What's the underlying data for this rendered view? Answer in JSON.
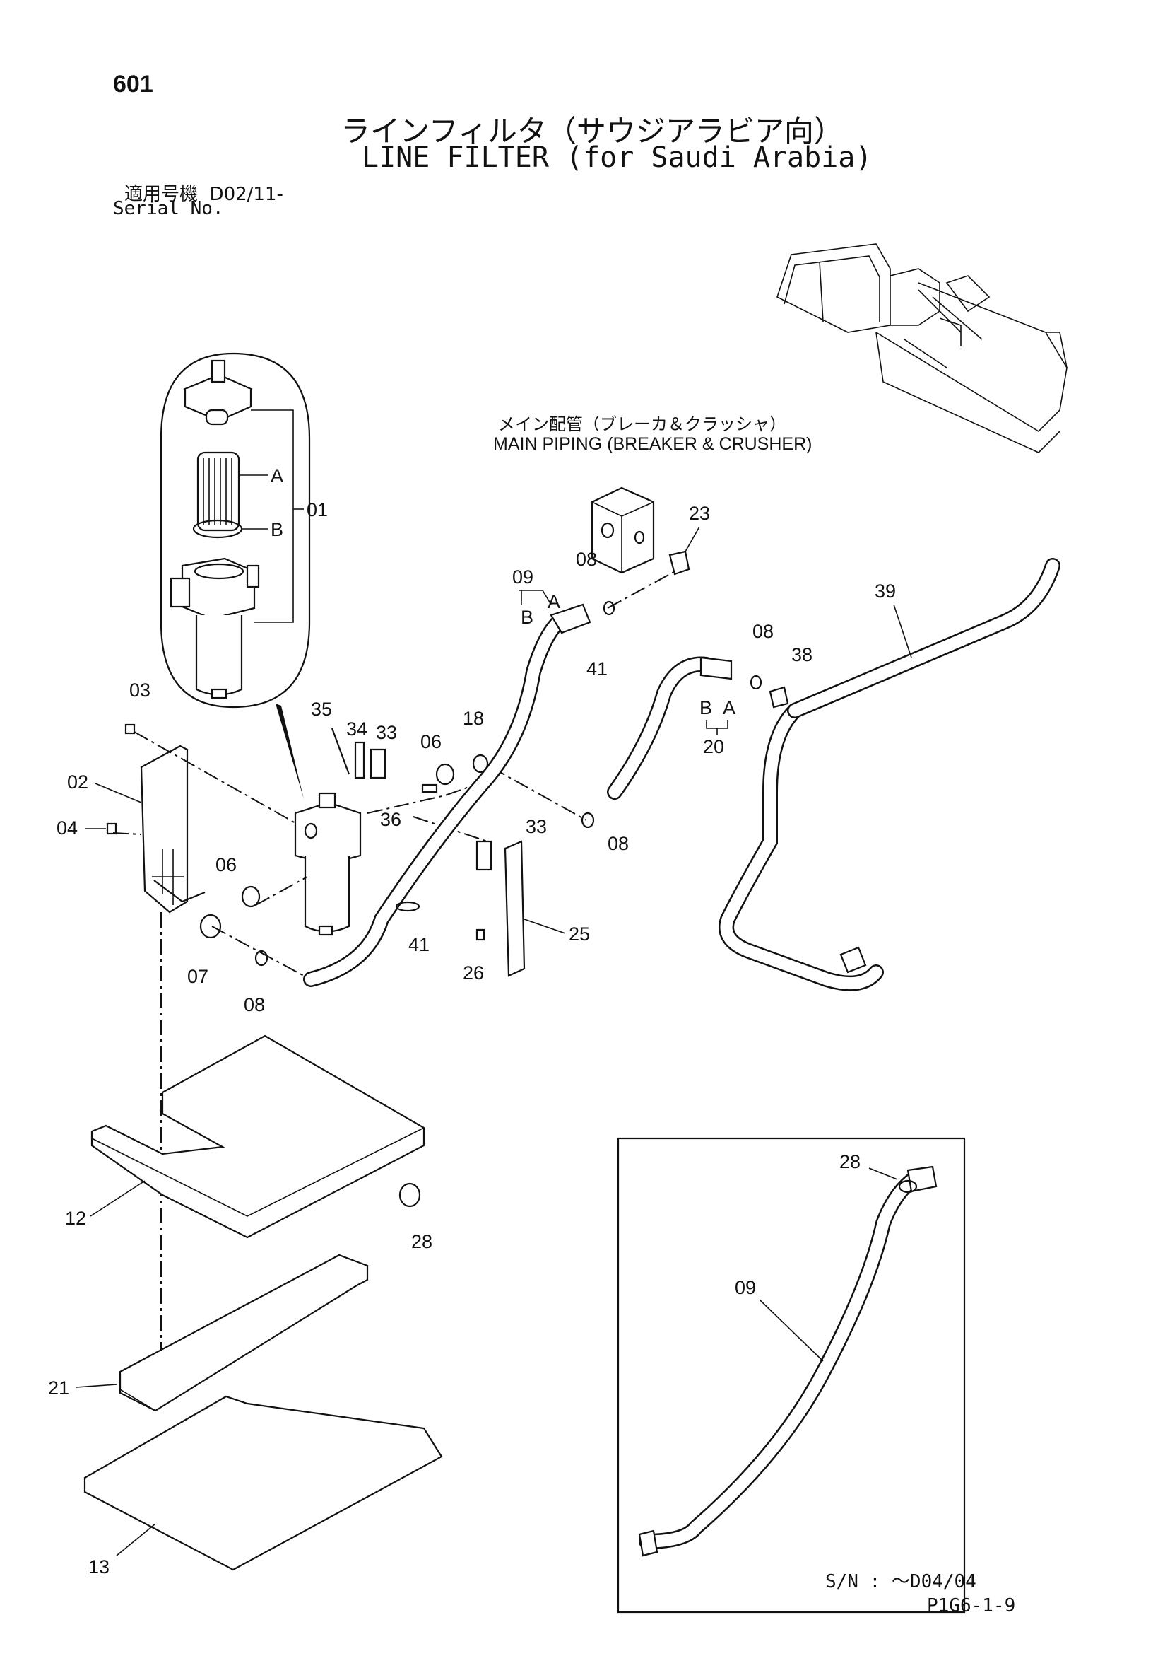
{
  "header": {
    "page_number": "601",
    "title_jp": "ラインフィルタ（サウジアラビア向）",
    "title_en": "LINE FILTER (for Saudi Arabia)",
    "serial_label_jp": "適用号機",
    "serial_range": "D02/11-",
    "serial_label_en": "Serial No."
  },
  "main_piping": {
    "label_jp": "メイン配管（ブレーカ＆クラッシャ）",
    "label_en": "MAIN PIPING (BREAKER & CRUSHER)"
  },
  "callouts": {
    "c01": "01",
    "cA": "A",
    "cB": "B",
    "c02": "02",
    "c03": "03",
    "c04": "04",
    "c06a": "06",
    "c06b": "06",
    "c07": "07",
    "c08a": "08",
    "c08b": "08",
    "c08c": "08",
    "c08d": "08",
    "c09": "09",
    "c09A": "A",
    "c09B": "B",
    "c12": "12",
    "c13": "13",
    "c18": "18",
    "c20": "20",
    "c20A": "A",
    "c20B": "B",
    "c21": "21",
    "c23": "23",
    "c25": "25",
    "c26": "26",
    "c28a": "28",
    "c28b": "28",
    "c33a": "33",
    "c33b": "33",
    "c34": "34",
    "c35": "35",
    "c36": "36",
    "c38": "38",
    "c39": "39",
    "c41a": "41",
    "c41b": "41",
    "c09inset": "09"
  },
  "inset": {
    "sn_note": "S/N : ～D04/04"
  },
  "footer": {
    "code": "P1G6-1-9"
  }
}
